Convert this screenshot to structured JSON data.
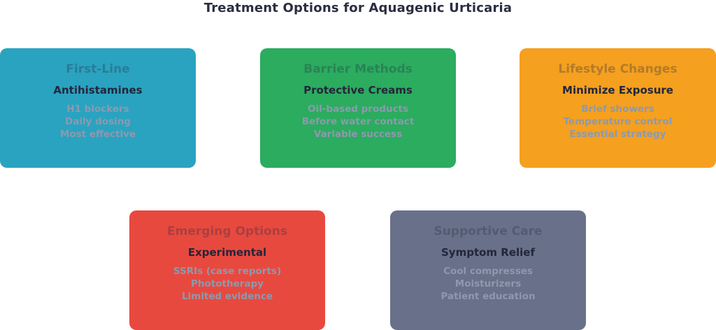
{
  "title": "Treatment Options for Aquagenic Urticaria",
  "title_color": "#2B2D42",
  "detail_text_color": "#8D99AE",
  "cards": [
    {
      "category": "First-Line",
      "heading": "Antihistamines",
      "details": [
        "H1 blockers",
        "Daily dosing",
        "Most effective"
      ],
      "color": "#2AA3C0"
    },
    {
      "category": "Barrier Methods",
      "heading": "Protective Creams",
      "details": [
        "Oil-based products",
        "Before water contact",
        "Variable success"
      ],
      "color": "#2BAC5F"
    },
    {
      "category": "Lifestyle Changes",
      "heading": "Minimize Exposure",
      "details": [
        "Brief showers",
        "Temperature control",
        "Essential strategy"
      ],
      "color": "#F5A01F"
    },
    {
      "category": "Emerging Options",
      "heading": "Experimental",
      "details": [
        "SSRIs (case reports)",
        "Phototherapy",
        "Limited evidence"
      ],
      "color": "#E8493F"
    },
    {
      "category": "Supportive Care",
      "heading": "Symptom Relief",
      "details": [
        "Cool compresses",
        "Moisturizers",
        "Patient education"
      ],
      "color": "#687189"
    }
  ]
}
